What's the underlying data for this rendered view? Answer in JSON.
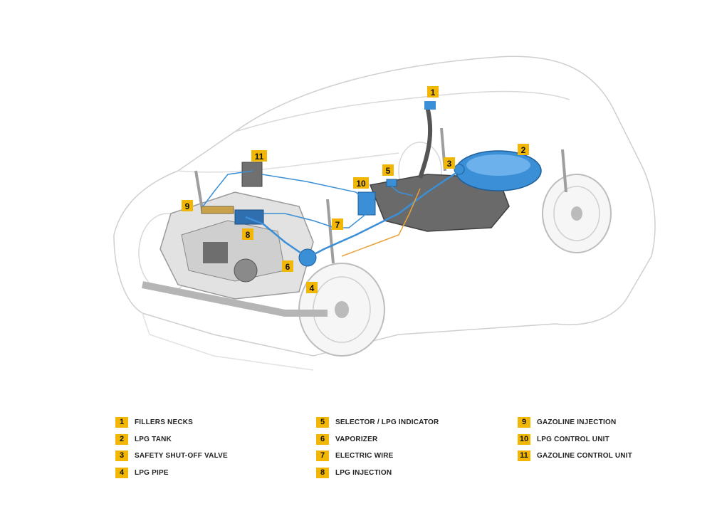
{
  "colors": {
    "badge": "#f2b705",
    "lpg_blue": "#3b8fd6",
    "outline": "#c8c8c8",
    "wire_orange": "#e8a23a"
  },
  "callouts": [
    {
      "num": "1",
      "label": "FILLERS NECKS"
    },
    {
      "num": "2",
      "label": "LPG TANK"
    },
    {
      "num": "3",
      "label": "SAFETY SHUT-OFF VALVE"
    },
    {
      "num": "4",
      "label": "LPG PIPE"
    },
    {
      "num": "5",
      "label": "SELECTOR / LPG INDICATOR"
    },
    {
      "num": "6",
      "label": "VAPORIZER"
    },
    {
      "num": "7",
      "label": "ELECTRIC WIRE"
    },
    {
      "num": "8",
      "label": "LPG INJECTION"
    },
    {
      "num": "9",
      "label": "GAZOLINE INJECTION"
    },
    {
      "num": "10",
      "label": "LPG CONTROL UNIT"
    },
    {
      "num": "11",
      "label": "GAZOLINE CONTROL UNIT"
    }
  ]
}
